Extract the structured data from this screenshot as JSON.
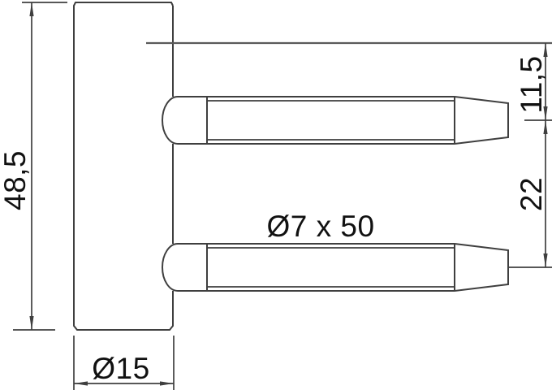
{
  "drawing": {
    "background": "#ffffff",
    "line_color": "#3f3f3f",
    "reference_line_color": "#5a5a5a",
    "text_color": "#111111"
  },
  "dimensions": {
    "body_height": "48,5",
    "top_pin_offset": "11,5",
    "pin_center_distance": "22",
    "pin_spec": "Ø7 x 50",
    "body_diameter": "Ø15"
  }
}
